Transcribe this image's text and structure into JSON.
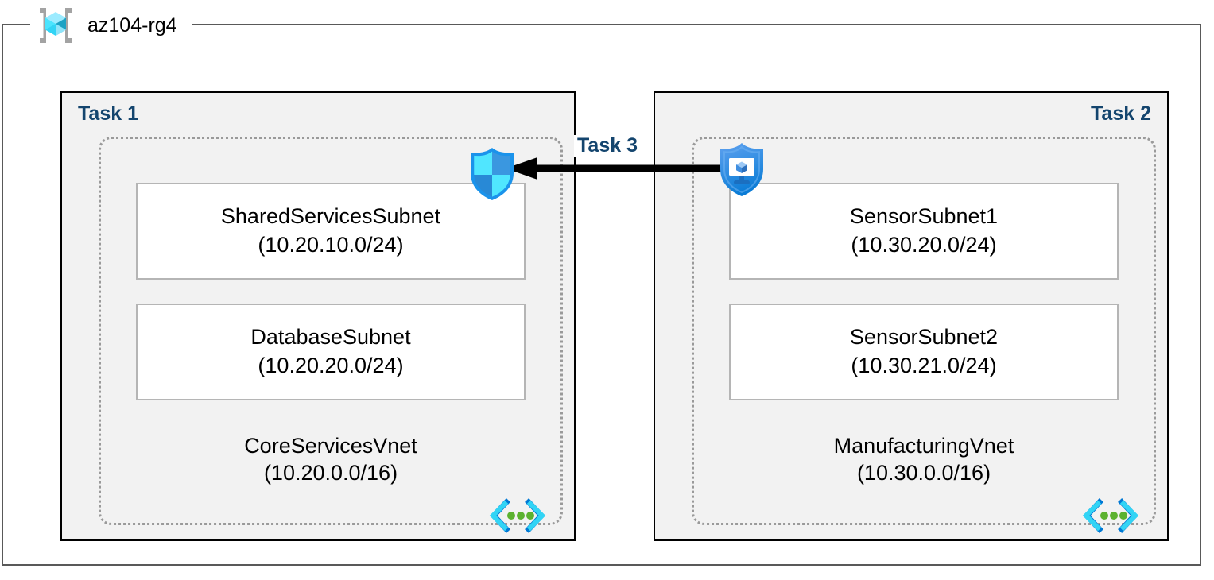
{
  "resource_group": {
    "title": "az104-rg4",
    "icon": "azure-resource-group-icon"
  },
  "tasks": [
    {
      "label": "Task 1",
      "vnet": {
        "name": "CoreServicesVnet",
        "cidr": "(10.20.0.0/16)",
        "icon": "virtual-network-icon",
        "subnets": [
          {
            "name": "SharedServicesSubnet",
            "cidr": "(10.20.10.0/24)"
          },
          {
            "name": "DatabaseSubnet",
            "cidr": "(10.20.20.0/24)"
          }
        ]
      }
    },
    {
      "label": "Task 2",
      "vnet": {
        "name": "ManufacturingVnet",
        "cidr": "(10.30.0.0/16)",
        "icon": "virtual-network-icon",
        "subnets": [
          {
            "name": "SensorSubnet1",
            "cidr": "(10.30.20.0/24)"
          },
          {
            "name": "SensorSubnet2",
            "cidr": "(10.30.21.0/24)"
          }
        ]
      }
    }
  ],
  "connection": {
    "label": "Task 3",
    "direction": "right-to-left",
    "source_icon": "network-security-group-icon",
    "target_icon": "firewall-shield-icon"
  },
  "colors": {
    "task_label": "#14456E",
    "panel_fill": "#F2F2F2",
    "panel_border": "#000000",
    "vnet_border": "#9A9A9A",
    "subnet_border": "#B5B5B5",
    "rg_border": "#595959",
    "arrow": "#000000",
    "azure_blue": "#0078D4",
    "azure_cyan": "#50E6FF",
    "vnet_dot_green": "#5CB230"
  }
}
